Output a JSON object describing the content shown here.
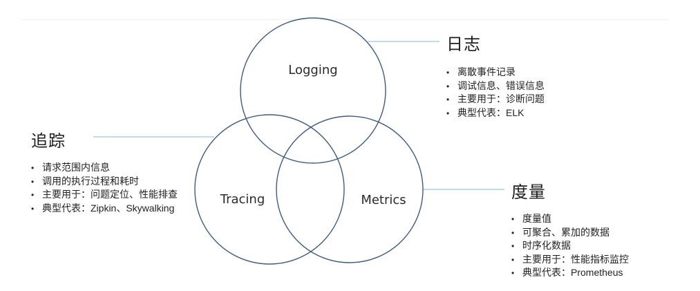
{
  "logging": {
    "circle_label": "Logging",
    "title": "日志",
    "items": [
      "离散事件记录",
      "调试信息、错误信息",
      "主要用于：诊断问题",
      "典型代表：ELK"
    ]
  },
  "tracing": {
    "circle_label": "Tracing",
    "title": "追踪",
    "items": [
      "请求范围内信息",
      "调用的执行过程和耗时",
      "主要用于：问题定位、性能排查",
      "典型代表：Zipkin、Skywalking"
    ]
  },
  "metrics": {
    "circle_label": "Metrics",
    "title": "度量",
    "items": [
      "度量值",
      "可聚合、累加的数据",
      "时序化数据",
      "主要用于：性能指标监控",
      "典型代表：Prometheus"
    ]
  },
  "colors": {
    "circle_stroke": "#3d5a80",
    "connector": "#9ec4dc"
  }
}
